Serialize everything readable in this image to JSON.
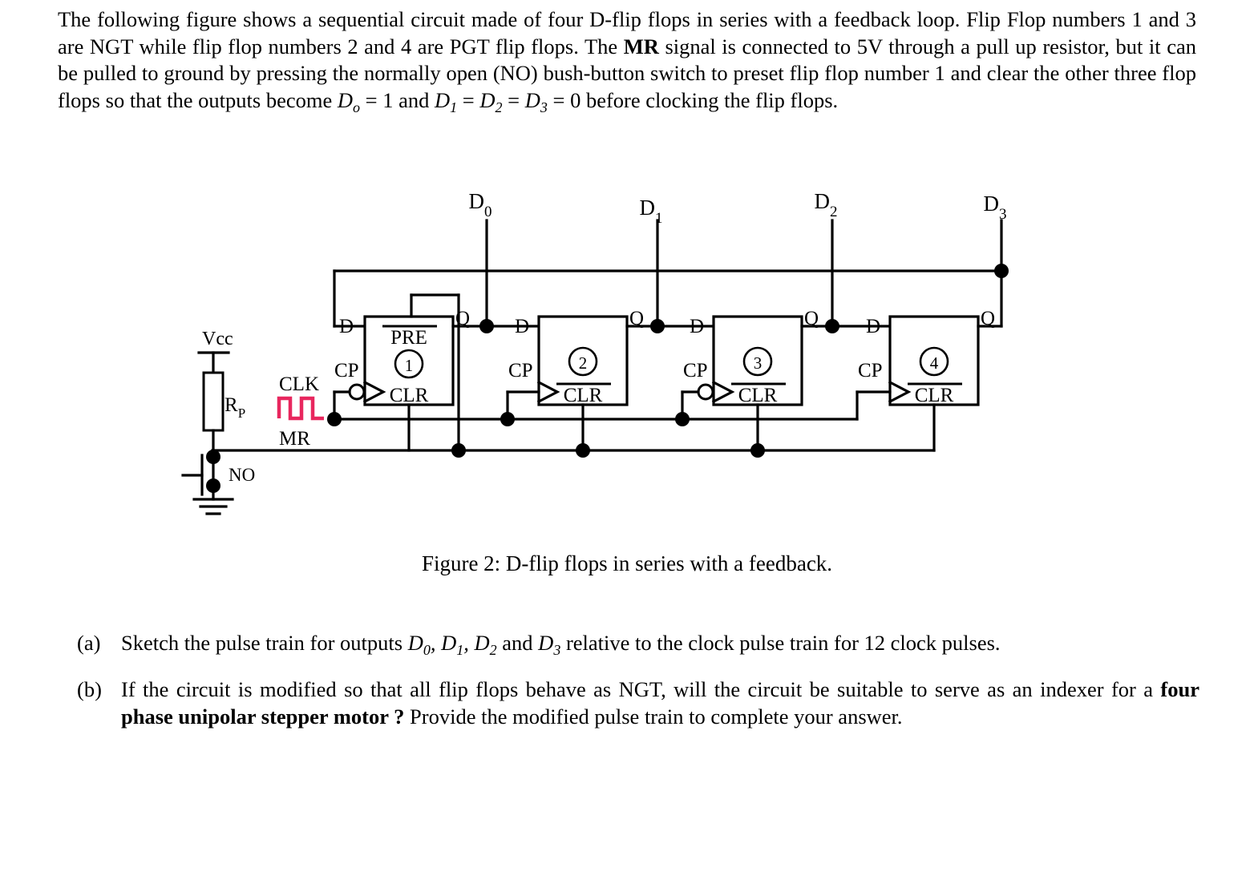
{
  "intro": {
    "line1": "The following figure shows a sequential circuit made of four D-flip flops in series with a feedback loop.",
    "line2_a": "Flip Flop numbers 1 and 3 are NGT while flip flop numbers 2 and 4 are PGT flip flops. The ",
    "line2_bold": "MR",
    "line2_b": " signal is connected to 5V through a pull up resistor, but it can be pulled to ground by pressing the normally open (NO) bush-button switch to preset flip flop number 1 and clear the other three flop flops so that the outputs become ",
    "eq_d0": "D",
    "eq_d0_sub": "o",
    "eq_mid1": " = 1 and ",
    "eq_d1": "D",
    "eq_d1_sub": "1",
    "eq_eq1": " = ",
    "eq_d2": "D",
    "eq_d2_sub": "2",
    "eq_eq2": " = ",
    "eq_d3": "D",
    "eq_d3_sub": "3",
    "eq_tail": " = 0 before clocking the flip flops."
  },
  "figure": {
    "caption": "Figure 2: D-flip flops in series with a feedback.",
    "supply_label": "Vcc",
    "resistor_label": "R",
    "resistor_label_sub": "P",
    "clock_label": "CLK",
    "mr_label": "MR",
    "switch_label": "NO",
    "output_taps": [
      {
        "name": "D",
        "sub": "0"
      },
      {
        "name": "D",
        "sub": "1"
      },
      {
        "name": "D",
        "sub": "2"
      },
      {
        "name": "D",
        "sub": "3"
      }
    ],
    "flipflops": [
      {
        "number": "1",
        "d_label": "D",
        "q_label": "Q",
        "cp_label": "CP",
        "pre_label": "PRE",
        "clr_label": "CLR",
        "edge": "NGT",
        "clock_inverted": true,
        "has_preset": true
      },
      {
        "number": "2",
        "d_label": "D",
        "q_label": "Q",
        "cp_label": "CP",
        "pre_label": "",
        "clr_label": "CLR",
        "edge": "PGT",
        "clock_inverted": false,
        "has_preset": false
      },
      {
        "number": "3",
        "d_label": "D",
        "q_label": "Q",
        "cp_label": "CP",
        "pre_label": "",
        "clr_label": "CLR",
        "edge": "NGT",
        "clock_inverted": true,
        "has_preset": false
      },
      {
        "number": "4",
        "d_label": "D",
        "q_label": "Q",
        "cp_label": "CP",
        "pre_label": "",
        "clr_label": "CLR",
        "edge": "PGT",
        "clock_inverted": false,
        "has_preset": false
      }
    ],
    "colors": {
      "wire": "#000000",
      "clock_waveform": "#e8275e",
      "background": "#ffffff"
    }
  },
  "questions": [
    {
      "label": "(a)",
      "text_a": "Sketch the pulse train for outputs ",
      "vars": "D0, D1, D2",
      "text_b": " and ",
      "var_last": "D3",
      "text_c": " relative to the clock pulse train for 12 clock pulses."
    },
    {
      "label": "(b)",
      "text_a": "If the circuit is modified so that all flip flops behave as NGT, will the circuit be suitable to serve as an indexer for a ",
      "bold": "four phase unipolar stepper motor ?",
      "text_b": " Provide the modified pulse train to complete your answer."
    }
  ]
}
